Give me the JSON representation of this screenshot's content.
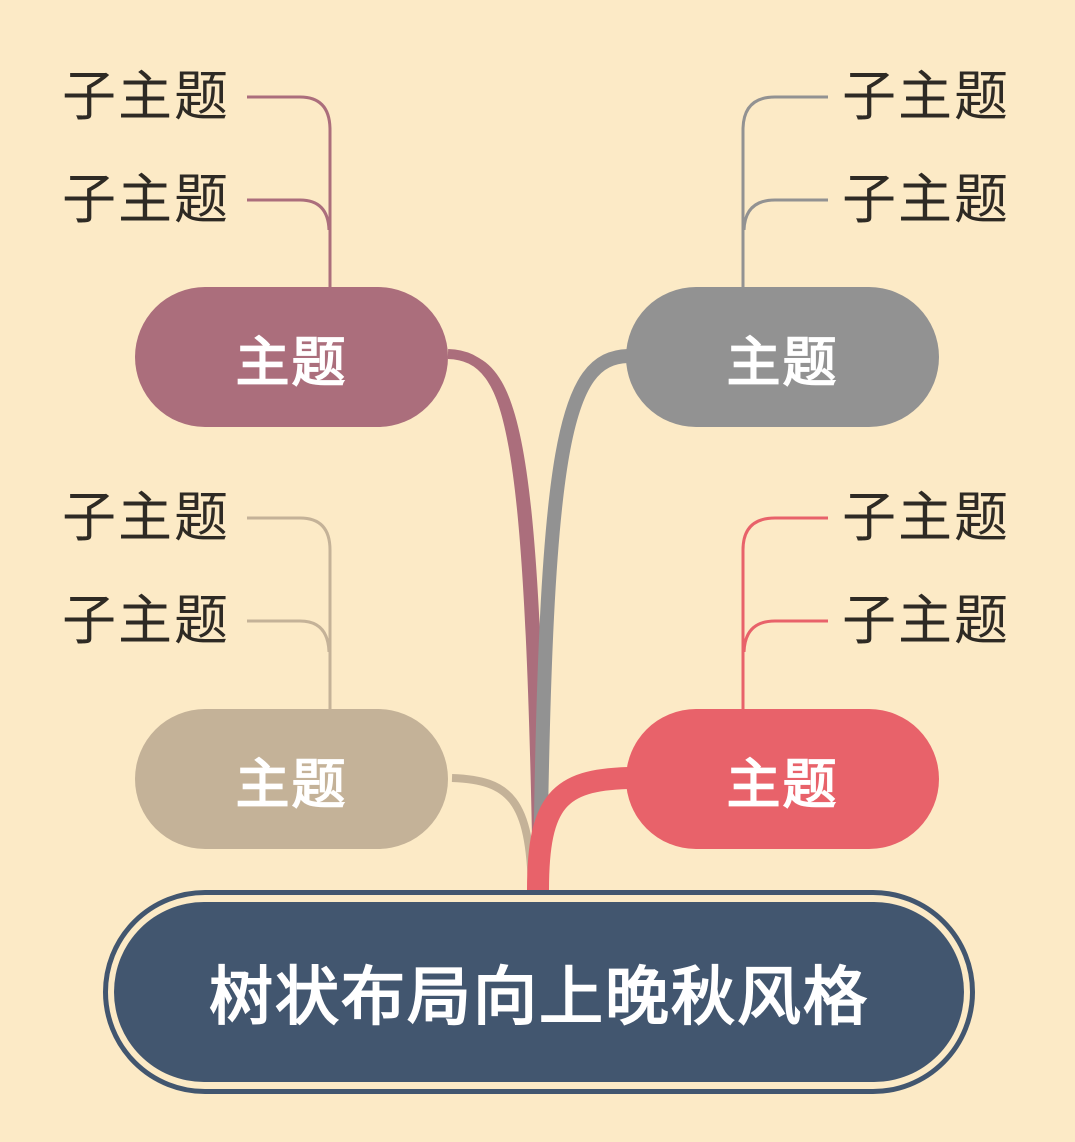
{
  "background": "#FCEAC6",
  "root": {
    "label": "树状布局向上晚秋风格",
    "color": "#42566F"
  },
  "topics": [
    {
      "label": "主题",
      "color": "#AB6E7C",
      "position": "top-left",
      "subtopics": [
        {
          "label": "子主题"
        },
        {
          "label": "子主题"
        }
      ]
    },
    {
      "label": "主题",
      "color": "#929292",
      "position": "top-right",
      "subtopics": [
        {
          "label": "子主题"
        },
        {
          "label": "子主题"
        }
      ]
    },
    {
      "label": "主题",
      "color": "#C4B298",
      "position": "bottom-left",
      "subtopics": [
        {
          "label": "子主题"
        },
        {
          "label": "子主题"
        }
      ]
    },
    {
      "label": "主题",
      "color": "#E8626A",
      "position": "bottom-right",
      "subtopics": [
        {
          "label": "子主题"
        },
        {
          "label": "子主题"
        }
      ]
    }
  ]
}
